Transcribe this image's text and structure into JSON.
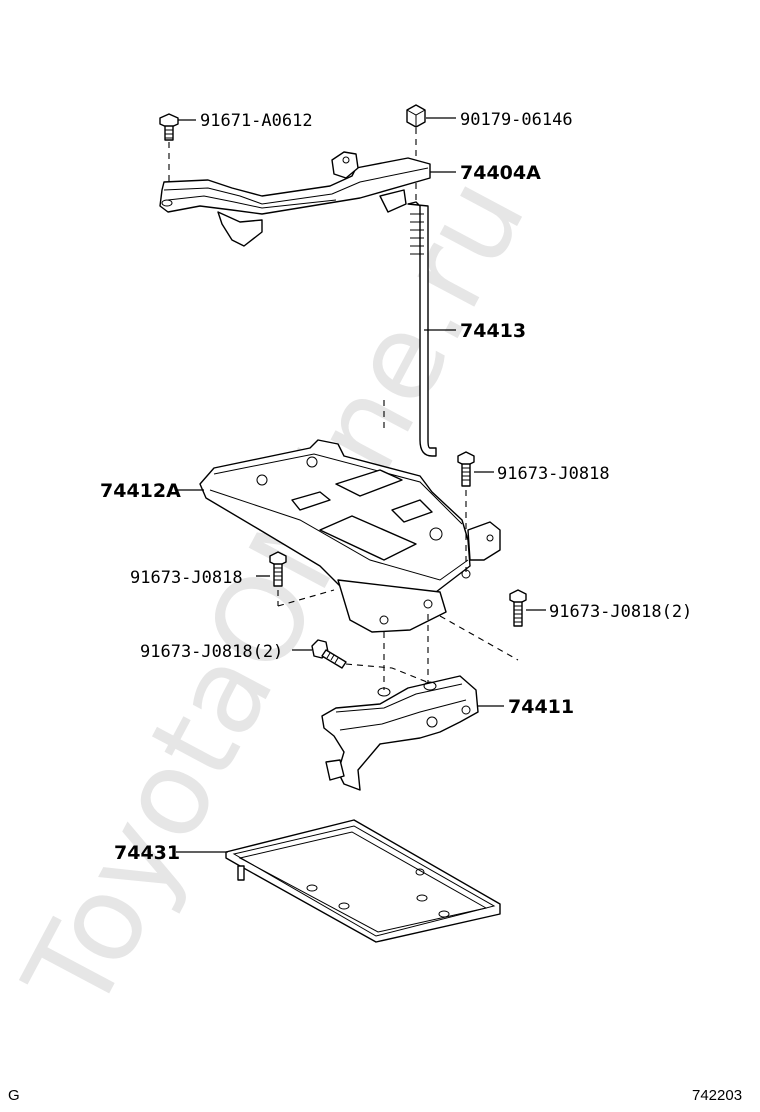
{
  "diagram": {
    "watermark": "ToyotaOMine.ru",
    "corner_left": "G",
    "corner_right": "742203",
    "callouts": [
      {
        "id": "91671-A0612",
        "label": "91671-A0612"
      },
      {
        "id": "90179-06146",
        "label": "90179-06146"
      },
      {
        "id": "74404A",
        "label": "74404A"
      },
      {
        "id": "74413",
        "label": "74413"
      },
      {
        "id": "74412A",
        "label": "74412A"
      },
      {
        "id": "91673-J0818-a",
        "label": "91673-J0818"
      },
      {
        "id": "91673-J0818-b",
        "label": "91673-J0818"
      },
      {
        "id": "91673-J0818-c",
        "label": "91673-J0818(2)"
      },
      {
        "id": "91673-J0818-d",
        "label": "91673-J0818(2)"
      },
      {
        "id": "74411",
        "label": "74411"
      },
      {
        "id": "74431",
        "label": "74431"
      }
    ]
  }
}
